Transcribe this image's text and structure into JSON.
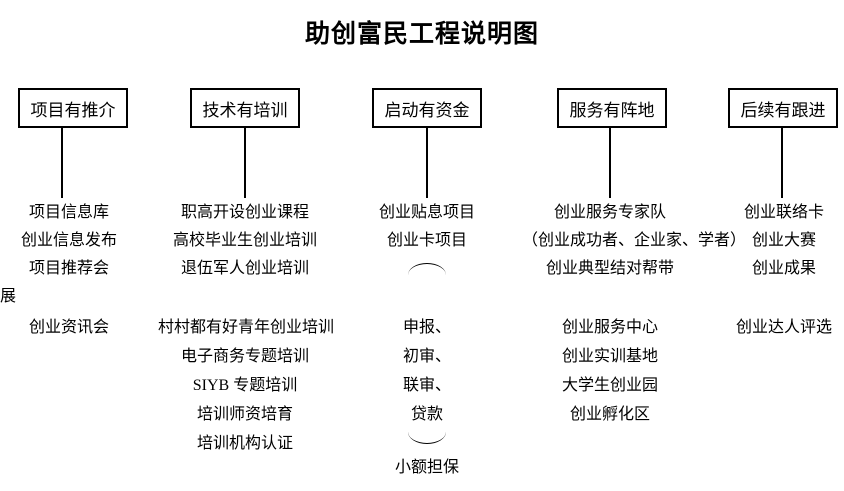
{
  "title": "助创富民工程说明图",
  "colors": {
    "ink": "#000000",
    "background": "#ffffff"
  },
  "icons": {
    "arc_top": "︵",
    "arc_bottom": "︶"
  },
  "columns": [
    {
      "box": "项目有推介",
      "groups": [
        {
          "lines": [
            "项目信息库",
            "创业信息发布",
            "项目推荐会",
            "展"
          ]
        },
        {
          "lines": [
            "创业资讯会"
          ]
        }
      ]
    },
    {
      "box": "技术有培训",
      "groups": [
        {
          "lines": [
            "职高开设创业课程",
            "高校毕业生创业培训",
            "退伍军人创业培训"
          ]
        },
        {
          "lines": [
            "村村都有好青年创业培训",
            "电子商务专题培训",
            "SIYB 专题培训",
            "培训师资培育",
            "培训机构认证"
          ]
        }
      ]
    },
    {
      "box": "启动有资金",
      "groups": [
        {
          "lines": [
            "创业贴息项目",
            "创业卡项目"
          ]
        },
        {
          "lines": [
            "申报、",
            "初审、",
            "联审、",
            "贷款",
            "小额担保"
          ]
        }
      ]
    },
    {
      "box": "服务有阵地",
      "groups": [
        {
          "lines": [
            "创业服务专家队",
            "（创业成功者、企业家、学者）",
            "创业典型结对帮带"
          ]
        },
        {
          "lines": [
            "创业服务中心",
            "创业实训基地",
            "大学生创业园",
            "创业孵化区"
          ]
        }
      ]
    },
    {
      "box": "后续有跟进",
      "groups": [
        {
          "lines": [
            "创业联络卡",
            "创业大赛",
            "创业成果"
          ]
        },
        {
          "lines": [
            "创业达人评选"
          ]
        }
      ]
    }
  ]
}
